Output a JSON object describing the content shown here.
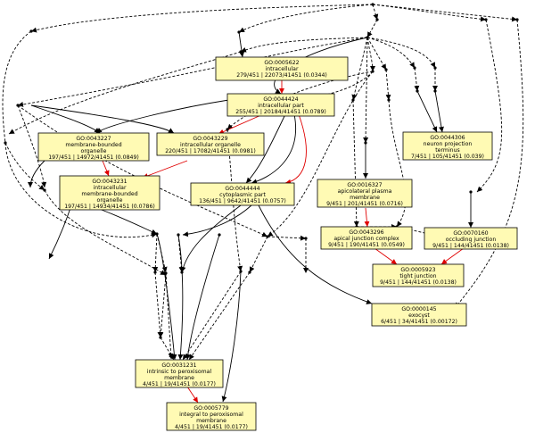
{
  "nodes": [
    {
      "id": "n5622",
      "lines": [
        "GO:0005622",
        "intracellular",
        "279/451 | 22073/41451 (0.0344)"
      ]
    },
    {
      "id": "n44424",
      "lines": [
        "GO:0044424",
        "intracellular part",
        "255/451 | 20184/41451 (0.0789)"
      ]
    },
    {
      "id": "n43227",
      "lines": [
        "GO:0043227",
        "membrane-bounded",
        "organelle",
        "197/451 | 14972/41451 (0.0849)"
      ]
    },
    {
      "id": "n43229",
      "lines": [
        "GO:0043229",
        "intracellular organelle",
        "220/451 | 17082/41451 (0.0981)"
      ]
    },
    {
      "id": "n44306",
      "lines": [
        "GO:0044306",
        "neuron projection",
        "terminus",
        "7/451 | 105/41451 (0.039)"
      ]
    },
    {
      "id": "n43231",
      "lines": [
        "GO:0043231",
        "intracellular",
        "membrane-bounded",
        "organelle",
        "197/451 | 14934/41451 (0.0786)"
      ]
    },
    {
      "id": "n44444",
      "lines": [
        "GO:0044444",
        "cytoplasmic part",
        "136/451 | 9642/41451 (0.0757)"
      ]
    },
    {
      "id": "n16327",
      "lines": [
        "GO:0016327",
        "apicolateral plasma",
        "membrane",
        "9/451 | 201/41451 (0.0716)"
      ]
    },
    {
      "id": "n43296",
      "lines": [
        "GO:0043296",
        "apical junction complex",
        "9/451 | 190/41451 (0.0549)"
      ]
    },
    {
      "id": "n70160",
      "lines": [
        "GO:0070160",
        "occluding junction",
        "9/451 | 144/41451 (0.0138)"
      ]
    },
    {
      "id": "n5923",
      "lines": [
        "GO:0005923",
        "tight junction",
        "9/451 | 144/41451 (0.0138)"
      ]
    },
    {
      "id": "n145",
      "lines": [
        "GO:0000145",
        "exocyst",
        "6/451 | 34/41451 (0.00172)"
      ]
    },
    {
      "id": "n31231",
      "lines": [
        "GO:0031231",
        "intrinsic to peroxisomal",
        "membrane",
        "4/451 | 19/41451 (0.0177)"
      ]
    },
    {
      "id": "n5779",
      "lines": [
        "GO:0005779",
        "integral to peroxisomal",
        "membrane",
        "4/451 | 19/41451 (0.0177)"
      ]
    }
  ],
  "colors": {
    "node_fill": "#fffab4",
    "edge": "#000000",
    "edge_highlight": "#e00000"
  }
}
